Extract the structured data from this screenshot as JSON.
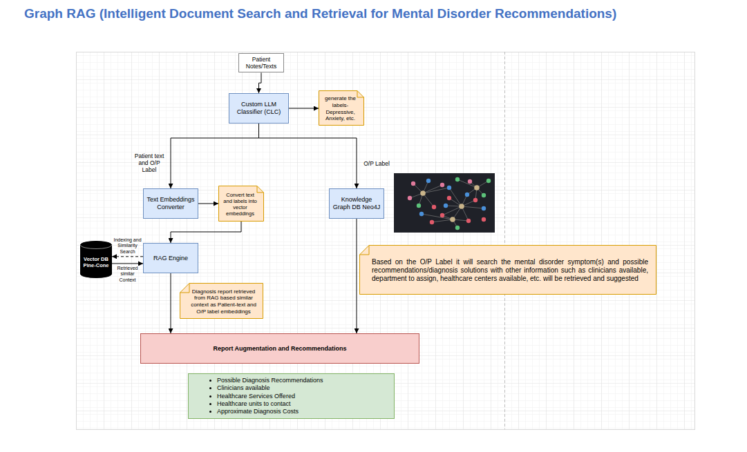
{
  "diagram": {
    "title": "Graph RAG (Intelligent Document Search and Retrieval for Mental Disorder Recommendations)",
    "nodes": [
      {
        "text": [
          "Patient Notes/Texts"
        ]
      },
      {
        "text": [
          "Custom LLM Classifier (CLC)"
        ]
      },
      {
        "text": [
          "generate the labels- Depressive, Anxiety, etc."
        ]
      },
      {
        "text": [
          "Text Embeddings Converter"
        ]
      },
      {
        "text": [
          "Convert text and labels into vector embeddings"
        ]
      },
      {
        "text": [
          "Knowledge Graph DB Neo4J"
        ]
      },
      {
        "text": [
          "Vector DB Pine-Cone"
        ]
      },
      {
        "text": [
          "RAG Engine"
        ]
      },
      {
        "text": [
          "Based on the O/P Label it will search the mental disorder symptom(s) and possible recommendations/diagnosis solutions with other information such as clinicians available, department to assign, healthcare centers available, etc. will be retrieved and suggested"
        ]
      },
      {
        "text": [
          "Diagnosis report retrieved from RAG based similar context as Patient-text and O/P label embeddings"
        ]
      },
      {
        "text": [
          "Report Augmentation and Recommendations"
        ]
      },
      {
        "text": [
          "Possible Diagnosis Recommendations",
          "Clinicians available",
          "Healthcare Services Offered",
          "Healthcare units to contact",
          "Approximate Diagnosis Costs"
        ]
      }
    ],
    "edges": [
      {
        "from": 0,
        "to": 1,
        "arrow": "to"
      },
      {
        "from": 1,
        "to": 2,
        "arrow": "to"
      },
      {
        "from": 1,
        "to": 3,
        "label": "Patient text and O/P Label",
        "arrow": "to"
      },
      {
        "from": 1,
        "to": 5,
        "label": "O/P Label",
        "arrow": "to"
      },
      {
        "from": 3,
        "to": 4,
        "arrow": "to"
      },
      {
        "from": 4,
        "to": 7,
        "arrow": "to"
      },
      {
        "from": 7,
        "to": 6,
        "label": "Indexing and Similarity Search",
        "arrow": "to"
      },
      {
        "from": 6,
        "to": 7,
        "label": "Retrieved similar Context",
        "arrow": "to"
      },
      {
        "from": 7,
        "to": 10,
        "arrow": "to"
      },
      {
        "from": 5,
        "to": 10,
        "arrow": "to"
      }
    ]
  }
}
